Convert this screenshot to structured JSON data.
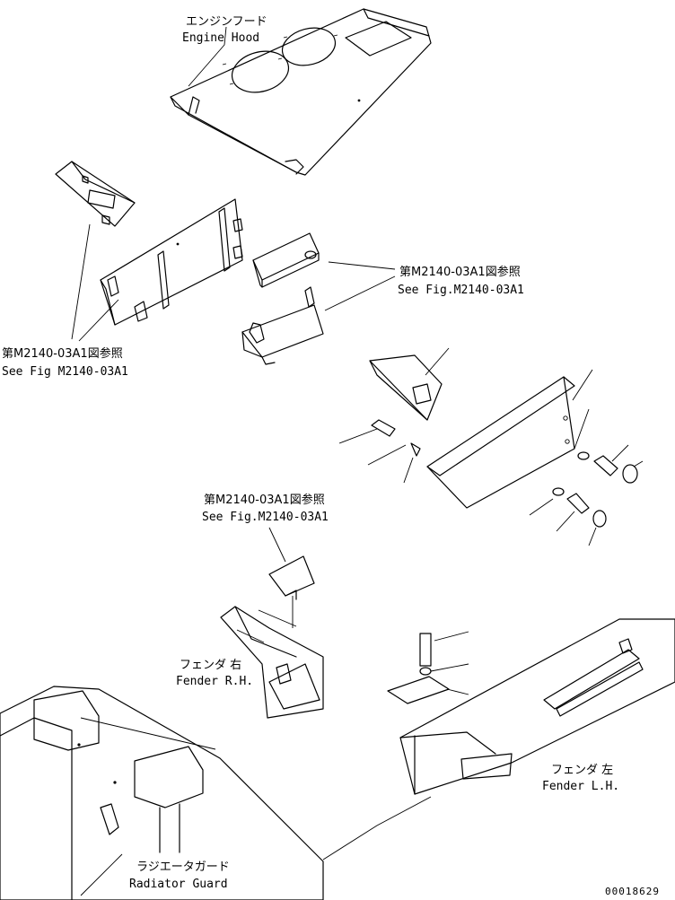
{
  "diagram": {
    "labels": {
      "engine_hood_jp": "エンジンフード",
      "engine_hood_en": "Engine Hood",
      "ref1_jp": "第M2140-03A1図参照",
      "ref1_en": "See Fig.M2140-03A1",
      "ref2_jp": "第M2140-03A1図参照",
      "ref2_en": "See Fig M2140-03A1",
      "ref3_jp": "第M2140-03A1図参照",
      "ref3_en": "See Fig.M2140-03A1",
      "fender_rh_jp": "フェンダ 右",
      "fender_rh_en": "Fender R.H.",
      "fender_lh_jp": "フェンダ 左",
      "fender_lh_en": "Fender L.H.",
      "radiator_jp": "ラジエータガード",
      "radiator_en": "Radiator Guard",
      "drawing_number": "00018629"
    }
  }
}
